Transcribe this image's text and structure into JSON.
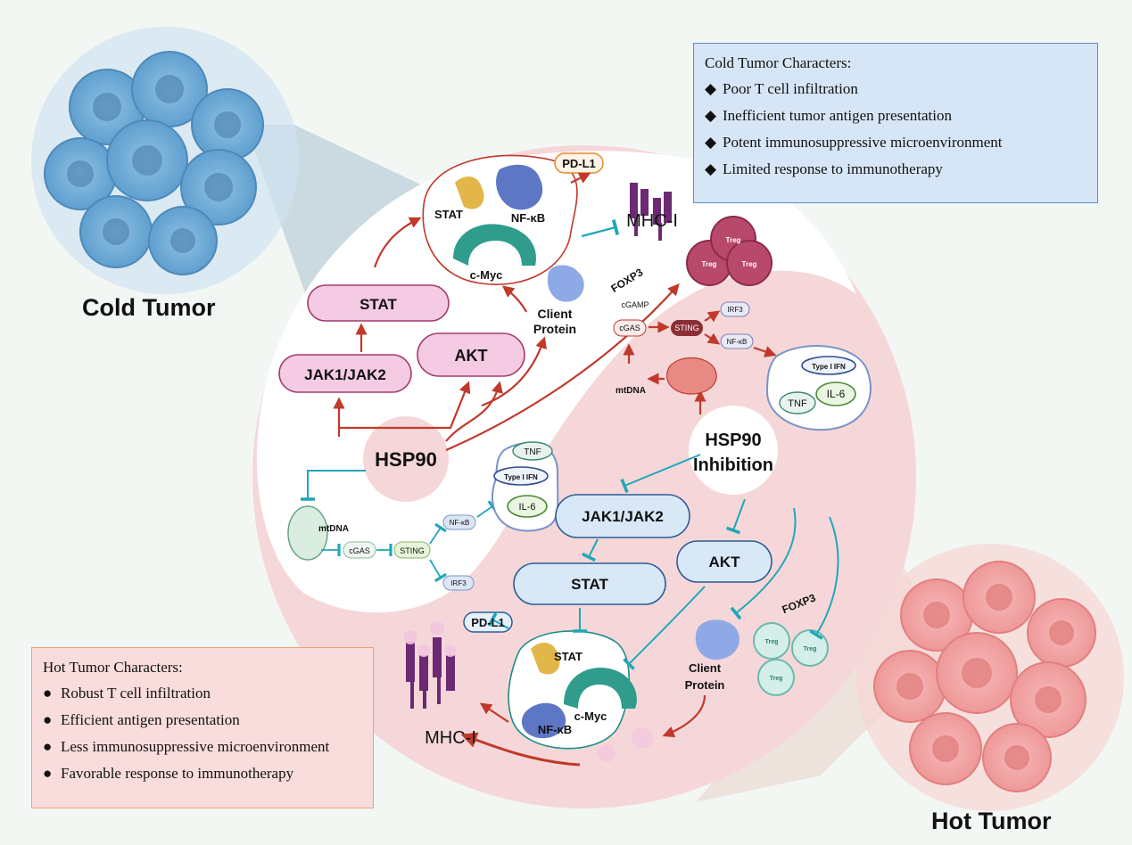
{
  "cold_box": {
    "title": "Cold Tumor Characters:",
    "marker": "◆",
    "items": [
      "Poor T cell infiltration",
      "Inefficient tumor antigen presentation",
      "Potent immunosuppressive microenvironment",
      "Limited response to immunotherapy"
    ]
  },
  "hot_box": {
    "title": "Hot Tumor Characters:",
    "marker": "●",
    "items": [
      "Robust T cell infiltration",
      "Efficient antigen presentation",
      "Less immunosuppressive microenvironment",
      "Favorable response to immunotherapy"
    ]
  },
  "labels": {
    "cold_tumor": "Cold Tumor",
    "hot_tumor": "Hot Tumor"
  },
  "cold_side": {
    "hsp90": "HSP90",
    "stat_box": "STAT",
    "jak_box": "JAK1/JAK2",
    "akt_box": "AKT",
    "complex_stat": "STAT",
    "complex_nfkb": "NF-κB",
    "complex_cmyc": "c-Myc",
    "pdl1": "PD-L1",
    "mhc": "MHC-I",
    "client_protein_1": "Client",
    "client_protein_2": "Protein",
    "foxp3": "FOXP3",
    "treg": "Treg",
    "mtdna": "mtDNA",
    "cgas": "cGAS",
    "sting": "STING",
    "nfkb": "NF-κB",
    "irf3": "IRF3",
    "tnf": "TNF",
    "type1ifn": "Type I IFN",
    "il6": "IL-6"
  },
  "hot_side": {
    "hsp90_1": "HSP90",
    "hsp90_2": "Inhibition",
    "jak_box": "JAK1/JAK2",
    "stat_box": "STAT",
    "akt_box": "AKT",
    "complex_stat": "STAT",
    "complex_nfkb": "NF-κB",
    "complex_cmyc": "c-Myc",
    "pdl1": "PD-L1",
    "mhc": "MHC-I",
    "client_protein_1": "Client",
    "client_protein_2": "Protein",
    "foxp3": "FOXP3",
    "treg": "Treg",
    "cgamp": "cGAMP",
    "cgas": "cGAS",
    "sting": "STING",
    "irf3": "IRF3",
    "nfkb": "NF-κB",
    "mtdna": "mtDNA",
    "type1ifn": "Type I IFN",
    "tnf": "TNF",
    "il6": "IL-6"
  },
  "colors": {
    "background": "#f3f7f3",
    "pink_circle": "#f6d7d9",
    "white_lobe": "#ffffff",
    "cold_box_fill": "#d7e6f7",
    "hot_box_fill": "#f9dcdc",
    "activation_arrow": "#c0392b",
    "inhibition_line": "#1fa7b8",
    "pink_pill": "#f4cbe3",
    "blue_pill": "#d9e8f7"
  }
}
